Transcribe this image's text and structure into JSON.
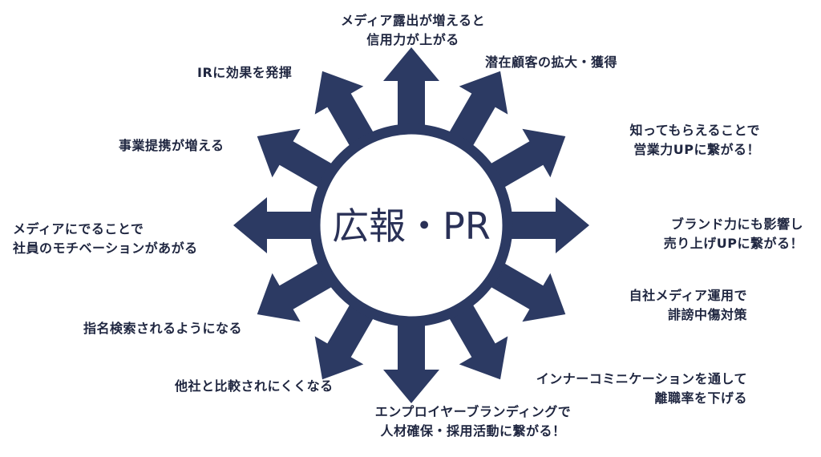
{
  "hub": {
    "title": "広報・PR"
  },
  "colors": {
    "primary": "#2c3a63",
    "text": "#1f2640",
    "background": "#ffffff"
  },
  "outcomes": [
    {
      "id": "media-exposure",
      "lines": [
        "メディア露出が増えると",
        "信用力が上がる"
      ]
    },
    {
      "id": "potential-customers",
      "lines": [
        "潜在顧客の拡大・獲得"
      ]
    },
    {
      "id": "sales-power",
      "lines": [
        "知ってもらえることで",
        "営業力UPに繋がる！"
      ]
    },
    {
      "id": "brand-power",
      "lines": [
        "ブランド力にも影響し",
        "売り上げUPに繋がる！"
      ]
    },
    {
      "id": "owned-media",
      "lines": [
        "自社メディア運用で",
        "誹謗中傷対策"
      ]
    },
    {
      "id": "inner-communication",
      "lines": [
        "インナーコミニケーションを通して",
        "離職率を下げる"
      ]
    },
    {
      "id": "employer-branding",
      "lines": [
        "エンプロイヤーブランディングで",
        "人材確保・採用活動に繋がる！"
      ]
    },
    {
      "id": "comparison",
      "lines": [
        "他社と比較されにくくなる"
      ]
    },
    {
      "id": "name-search",
      "lines": [
        "指名検索されるようになる"
      ]
    },
    {
      "id": "employee-motivation",
      "lines": [
        "メディアにでることで",
        "社員のモチベーションがあがる"
      ]
    },
    {
      "id": "business-alliance",
      "lines": [
        "事業提携が増える"
      ]
    },
    {
      "id": "ir-effect",
      "lines": [
        "IRに効果を発揮"
      ]
    }
  ]
}
